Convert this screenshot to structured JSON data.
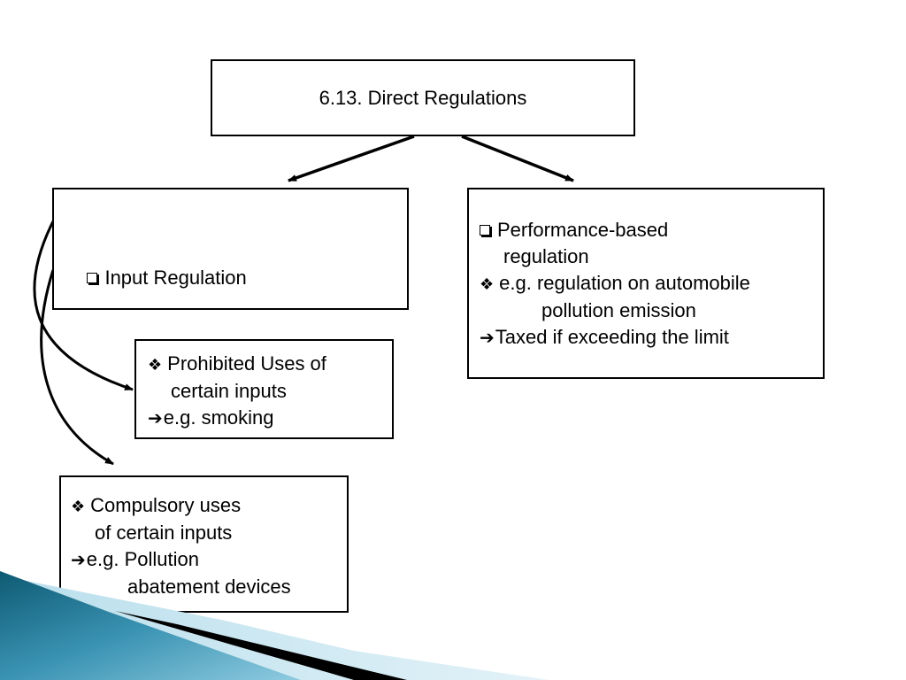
{
  "title_box": {
    "text": "6.13. Direct Regulations"
  },
  "input_box": {
    "lines": [
      "Input Regulation"
    ]
  },
  "performance_box": {
    "lines": [
      "Performance-based",
      "regulation",
      "e.g. regulation on automobile",
      "pollution emission",
      "Taxed if exceeding the limit"
    ]
  },
  "prohibited_box": {
    "lines": [
      "Prohibited Uses of",
      "certain inputs",
      "e.g. smoking"
    ]
  },
  "compulsory_box": {
    "lines": [
      "Compulsory uses",
      "of certain inputs",
      "e.g. Pollution",
      "abatement devices"
    ]
  },
  "icons": {
    "checkbox_bullet": "hollow-square-bullet",
    "diamond_bullet": "four-diamond-bullet",
    "arrow_bullet": "right-arrow-bullet"
  },
  "colors": {
    "border": "#000000",
    "decor_dark": "#0e5a73",
    "decor_light": "#8fcbe0"
  }
}
